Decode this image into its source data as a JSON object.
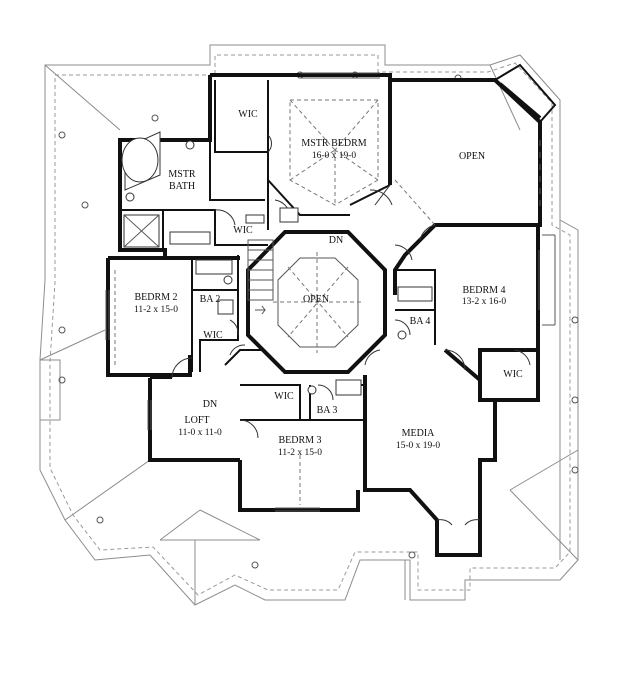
{
  "rooms": [
    {
      "key": "mstr_bedrm",
      "name": "MSTR BEDRM",
      "dims": "16-0 x 19-0"
    },
    {
      "key": "mstr_bath",
      "name": "MSTR",
      "name2": "BATH"
    },
    {
      "key": "wic_top",
      "name": "WIC"
    },
    {
      "key": "wic_bath",
      "name": "WIC"
    },
    {
      "key": "open_top",
      "name": "OPEN"
    },
    {
      "key": "open_center",
      "name": "OPEN"
    },
    {
      "key": "bedrm2",
      "name": "BEDRM 2",
      "dims": "11-2 x 15-0"
    },
    {
      "key": "ba2",
      "name": "BA 2"
    },
    {
      "key": "wic_bed2",
      "name": "WIC"
    },
    {
      "key": "bedrm4",
      "name": "BEDRM 4",
      "dims": "13-2 x 16-0"
    },
    {
      "key": "ba4",
      "name": "BA 4"
    },
    {
      "key": "wic_bed4",
      "name": "WIC"
    },
    {
      "key": "loft",
      "name": "LOFT",
      "dims": "11-0 x 11-0"
    },
    {
      "key": "wic_bed3",
      "name": "WIC"
    },
    {
      "key": "ba3",
      "name": "BA 3"
    },
    {
      "key": "bedrm3",
      "name": "BEDRM 3",
      "dims": "11-2 x 15-0"
    },
    {
      "key": "media",
      "name": "MEDIA",
      "dims": "15-0 x 19-0"
    }
  ],
  "stair_labels": {
    "dn_top": "DN",
    "dn_left": "DN"
  }
}
